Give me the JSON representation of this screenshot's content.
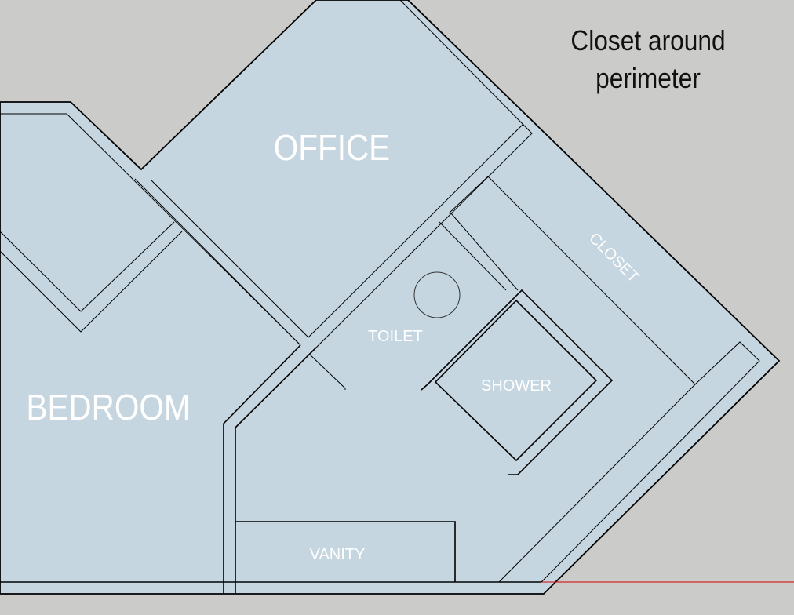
{
  "annotation": {
    "line1": "Closet around",
    "line2": "perimeter"
  },
  "rooms": {
    "office": "OFFICE",
    "bedroom": "BEDROOM",
    "toilet": "TOILET",
    "shower": "SHOWER",
    "vanity": "VANITY",
    "closet": "CLOSET"
  },
  "colors": {
    "floor": "#c5d6e0",
    "background": "#cbcbc9",
    "axis": "#d40000"
  }
}
